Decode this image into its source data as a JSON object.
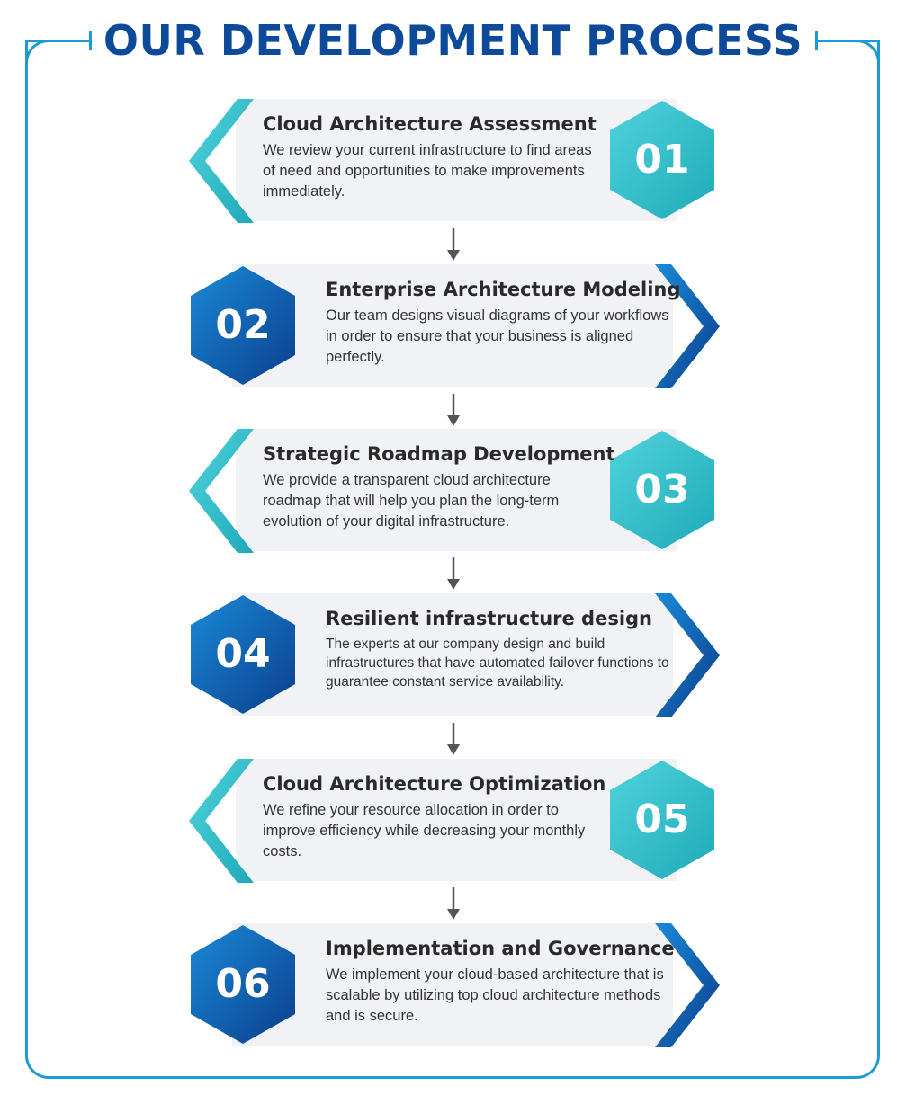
{
  "title": "OUR DEVELOPMENT PROCESS",
  "colors": {
    "accent_dark": "#0d4a9a",
    "frame": "#1c9ad6",
    "teal": "#3ec9d6",
    "blue": "#0e5fb5",
    "card": "#f1f2f5"
  },
  "steps": [
    {
      "number": "01",
      "title": "Cloud Architecture Assessment",
      "description": "We review your current infrastructure to find areas of need and opportunities to make improvements immediately."
    },
    {
      "number": "02",
      "title": "Enterprise Architecture Modeling",
      "description": "Our team designs visual diagrams of your workflows in order to ensure that your business is aligned perfectly."
    },
    {
      "number": "03",
      "title": "Strategic Roadmap Development",
      "description": "We provide a transparent cloud architecture roadmap that will help you plan the long-term evolution of your digital infrastructure."
    },
    {
      "number": "04",
      "title": "Resilient infrastructure design",
      "description": "The experts at our company design and build infrastructures that have automated failover functions to guarantee constant service availability."
    },
    {
      "number": "05",
      "title": "Cloud Architecture Optimization",
      "description": "We refine your resource allocation in order to improve efficiency while decreasing your monthly costs."
    },
    {
      "number": "06",
      "title": "Implementation and Governance",
      "description": "We implement your cloud-based architecture that is scalable by utilizing top cloud architecture methods and is secure."
    }
  ]
}
